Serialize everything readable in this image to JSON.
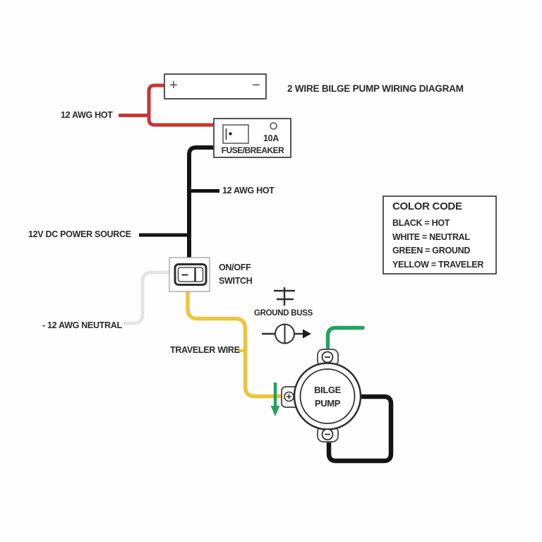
{
  "title": "2 WIRE BILGE PUMP WIRING DIAGRAM",
  "colors": {
    "hot_red": "#c83434",
    "hot_black": "#141414",
    "neutral_white": "#e4e4e4",
    "traveler_yellow": "#ecc43e",
    "ground_green": "#23a263",
    "component_outline": "#555555",
    "dark_outline": "#2e2e2e",
    "text": "#2a2a2a"
  },
  "battery": {
    "positive_label": "+",
    "negative_label": "−"
  },
  "fuse_breaker": {
    "rating": "10A",
    "label": "FUSE/BREAKER"
  },
  "switch": {
    "label": "ON/OFF SWITCH"
  },
  "pump": {
    "label": "BILGE PUMP"
  },
  "labels": {
    "hot_battery": "12 AWG HOT",
    "hot_fuse": "12 AWG HOT",
    "power_source": "12V DC POWER SOURCE",
    "neutral": "- 12 AWG NEUTRAL",
    "traveler": "TRAVELER WIRE",
    "ground_buss": "GROUND BUSS"
  },
  "color_code": {
    "heading": "COLOR CODE",
    "lines": [
      "BLACK = HOT",
      "WHITE = NEUTRAL",
      "GREEN = GROUND",
      "YELLOW = TRAVELER"
    ]
  }
}
